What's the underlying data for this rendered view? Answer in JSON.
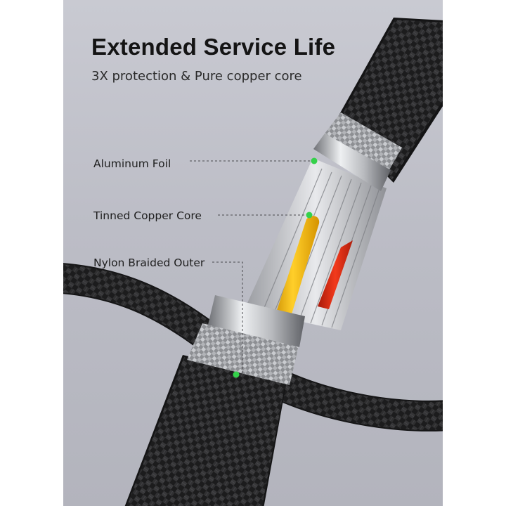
{
  "heading": {
    "title": "Extended Service Life",
    "subtitle": "3X protection & Pure copper core"
  },
  "callouts": [
    {
      "label": "Aluminum Foil"
    },
    {
      "label": "Tinned Copper Core"
    },
    {
      "label": "Nylon Braided Outer"
    }
  ],
  "colors": {
    "background": "#c0c1ca",
    "braid": "#1f1f20",
    "foil": "#c2c4c8",
    "copper_strand": "#d9dadd",
    "yellow_wire": "#f2b400",
    "red_wire": "#e02410",
    "marker": "#34d14a"
  }
}
